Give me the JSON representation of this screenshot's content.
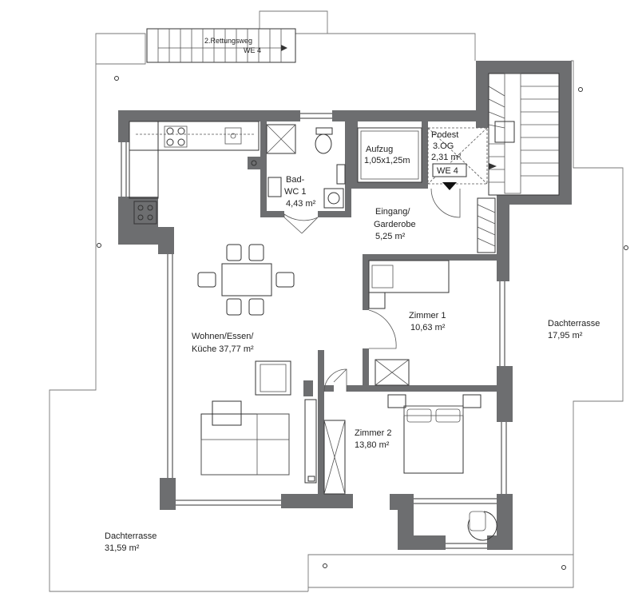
{
  "plan": {
    "escape_route": {
      "line1": "2.Rettungsweg",
      "line2": "WE 4"
    },
    "rooms": {
      "bath": {
        "name1": "Bad-",
        "name2": "WC 1",
        "area": "4,43 m²"
      },
      "elevator": {
        "name": "Aufzug",
        "size": "1,05x1,25m"
      },
      "landing": {
        "name": "Podest",
        "floor": "3.OG",
        "area": "2,31 m²",
        "unit_badge": "WE 4"
      },
      "entrance": {
        "name1": "Eingang/",
        "name2": "Garderobe",
        "area": "5,25 m²"
      },
      "living": {
        "name1": "Wohnen/Essen/",
        "name2": "Küche 37,77 m²"
      },
      "room1": {
        "name": "Zimmer 1",
        "area": "10,63 m²"
      },
      "room2": {
        "name": "Zimmer 2",
        "area": "13,80 m²"
      },
      "terrace_east": {
        "name": "Dachterrasse",
        "area": "17,95 m²"
      },
      "terrace_west": {
        "name": "Dachterrasse",
        "area": "31,59 m²"
      }
    }
  }
}
